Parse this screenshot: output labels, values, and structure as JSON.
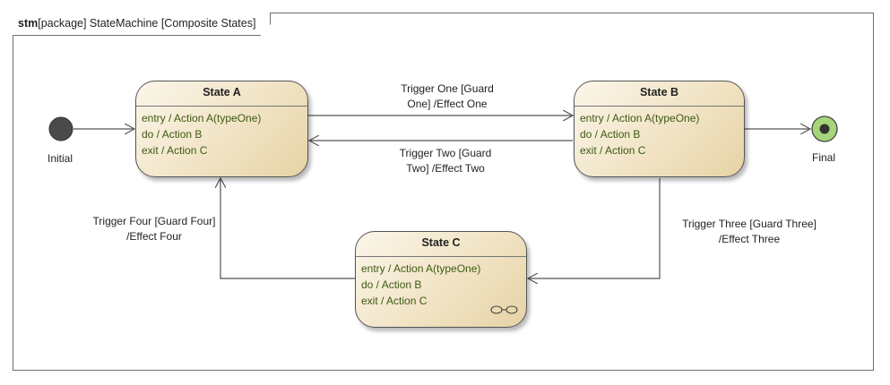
{
  "frame": {
    "keyword": "stm",
    "title": "[package] StateMachine [Composite States]"
  },
  "pseudostates": {
    "initial_label": "Initial",
    "final_label": "Final"
  },
  "states": {
    "a": {
      "name": "State A",
      "entry": "entry / Action A(typeOne)",
      "do": "do / Action B",
      "exit": "exit / Action C"
    },
    "b": {
      "name": "State B",
      "entry": "entry / Action A(typeOne)",
      "do": "do / Action B",
      "exit": "exit / Action C"
    },
    "c": {
      "name": "State C",
      "entry": "entry / Action A(typeOne)",
      "do": "do / Action B",
      "exit": "exit / Action C"
    }
  },
  "transitions": {
    "one": {
      "line1": "Trigger One [Guard",
      "line2": "One] /Effect One"
    },
    "two": {
      "line1": "Trigger Two [Guard",
      "line2": "Two] /Effect Two"
    },
    "three": {
      "line1": "Trigger Three [Guard Three]",
      "line2": "/Effect Three"
    },
    "four": {
      "line1": "Trigger Four [Guard Four]",
      "line2": "/Effect Four"
    }
  },
  "colors": {
    "state_fill_light": "#fbf6ea",
    "state_fill_dark": "#e6d3a6",
    "action_text": "#3d5a12",
    "final_fill": "#a6d67a",
    "initial_fill": "#4a4a4a"
  }
}
